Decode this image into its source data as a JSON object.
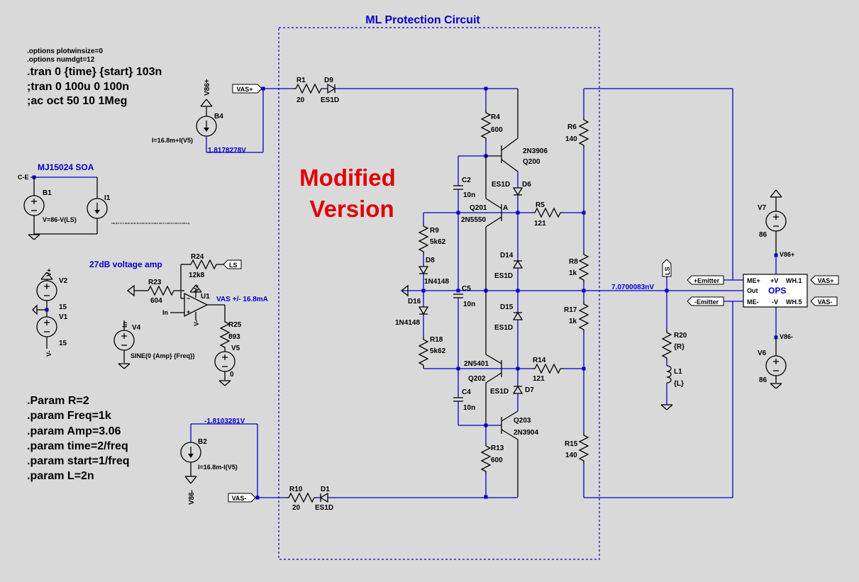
{
  "title": "ML Protection Circuit",
  "banner": [
    "Modified",
    "Version"
  ],
  "directives_small": [
    ".options plotwinsize=0",
    ".options numdgt=12"
  ],
  "directives_big": [
    ".tran 0 {time} {start} 103n",
    ";tran 0 100u 0 100n",
    ";ac oct 50 10 1Meg"
  ],
  "params": [
    ".Param R=2",
    ".param Freq=1k",
    ".param Amp=3.06",
    ".param time=2/freq",
    ".param start=1/freq",
    ".param L=2n"
  ],
  "blue_labels": {
    "soa": "MJ15024 SOA",
    "amp": "27dB voltage amp",
    "vas": "VAS +/- 16.8mA",
    "ops": "OPS",
    "vtop": "1.8178278V",
    "vbot": "-1.8103281V",
    "vout": "7.0700083nV"
  },
  "net_labels": {
    "vas_plus": "VAS+",
    "vas_minus": "VAS-",
    "ls": "LS",
    "plus_emitter": "+Emitter",
    "minus_emitter": "-Emitter",
    "v86p": "V86+",
    "v86m": "V86-",
    "ce": "C-E",
    "in": "In",
    "vp": "V+",
    "vm": "V-",
    "a": "A"
  },
  "ops_pins": {
    "me_plus": "ME+",
    "out": "Out",
    "me_minus": "ME-",
    "pv": "+V",
    "nv": "-V",
    "wh1": "WH.1",
    "wh5": "WH.5"
  },
  "components": {
    "r1": [
      "R1",
      "20"
    ],
    "d9": [
      "D9",
      "ES1D"
    ],
    "r4": [
      "R4",
      "600"
    ],
    "q200": [
      "2N3906",
      "Q200"
    ],
    "c2": [
      "C2",
      "10n"
    ],
    "d6": [
      "ES1D",
      "D6"
    ],
    "r5": [
      "R5",
      "121"
    ],
    "q201": [
      "Q201",
      "2N5550"
    ],
    "r9": [
      "R9",
      "5k62"
    ],
    "d8": [
      "D8",
      "1N4148"
    ],
    "d14": [
      "D14",
      "ES1D"
    ],
    "c5": [
      "C5",
      "10n"
    ],
    "d16": [
      "D16",
      "1N4148"
    ],
    "d15": [
      "D15",
      "ES1D"
    ],
    "r18": [
      "R18",
      "5k62"
    ],
    "q202": [
      "2N5401",
      "Q202"
    ],
    "r14": [
      "R14",
      "121"
    ],
    "d7": [
      "ES1D",
      "D7"
    ],
    "c4": [
      "C4",
      "10n"
    ],
    "q203": [
      "Q203",
      "2N3904"
    ],
    "r13": [
      "R13",
      "600"
    ],
    "r10": [
      "R10",
      "20"
    ],
    "d1": [
      "D1",
      "ES1D"
    ],
    "r6": [
      "R6",
      "140"
    ],
    "r8": [
      "R8",
      "1k"
    ],
    "r17": [
      "R17",
      "1k"
    ],
    "r15": [
      "R15",
      "140"
    ],
    "r20": [
      "R20",
      "{R}"
    ],
    "l1": [
      "L1",
      "{L}"
    ],
    "v7": [
      "V7",
      "86"
    ],
    "v6": [
      "V6",
      "86"
    ],
    "b4": [
      "B4",
      "I=16.8m+I(V5)"
    ],
    "b2": [
      "B2",
      "I=16.8m-I(V5)"
    ],
    "b1": [
      "B1",
      "V=86-V(LS)"
    ],
    "i1": [
      "I1",
      "TBL(0 0 17 0 18 20 33 32 45 24 60 16 76 12 86 9 100 7.4 120 5.6 150 3.2 200 0.4)"
    ],
    "v2": [
      "V2",
      "15"
    ],
    "v1": [
      "V1",
      "15"
    ],
    "r24": [
      "R24",
      "12k8"
    ],
    "r23": [
      "R23",
      "604"
    ],
    "u1": [
      "U1"
    ],
    "r25": [
      "R25",
      "893"
    ],
    "v5": [
      "V5",
      "0"
    ],
    "v4": [
      "V4",
      "SINE(0 {Amp} {Freq})"
    ]
  }
}
